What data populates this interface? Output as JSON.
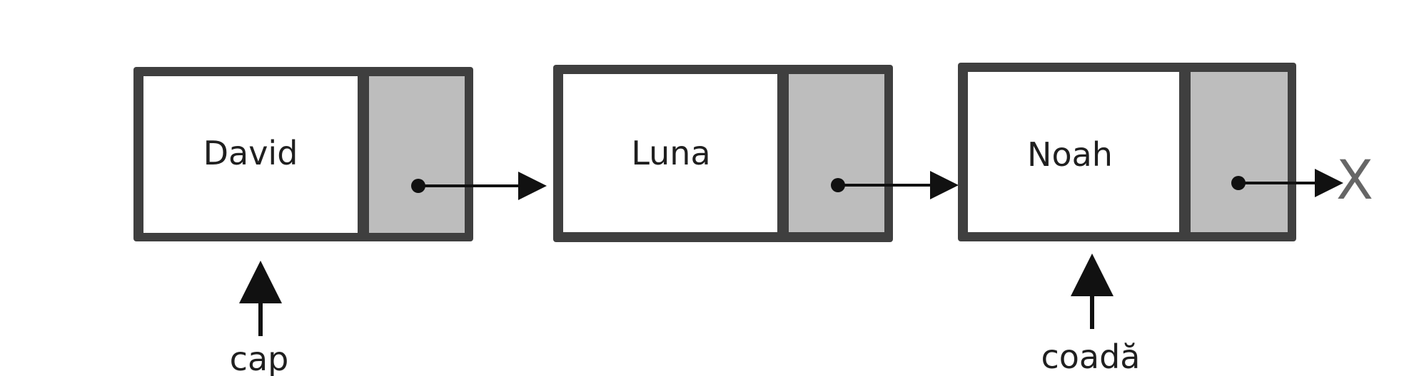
{
  "nodes": [
    {
      "label": "David"
    },
    {
      "label": "Luna"
    },
    {
      "label": "Noah"
    }
  ],
  "pointers": {
    "head_label": "cap",
    "tail_label": "coadă"
  },
  "null_marker": "X",
  "colors": {
    "border": "#3f3f3f",
    "data_cell": "#ffffff",
    "next_cell": "#bdbdbd",
    "arrow": "#111111",
    "text": "#1f1f1f",
    "null_mark": "#666666"
  }
}
